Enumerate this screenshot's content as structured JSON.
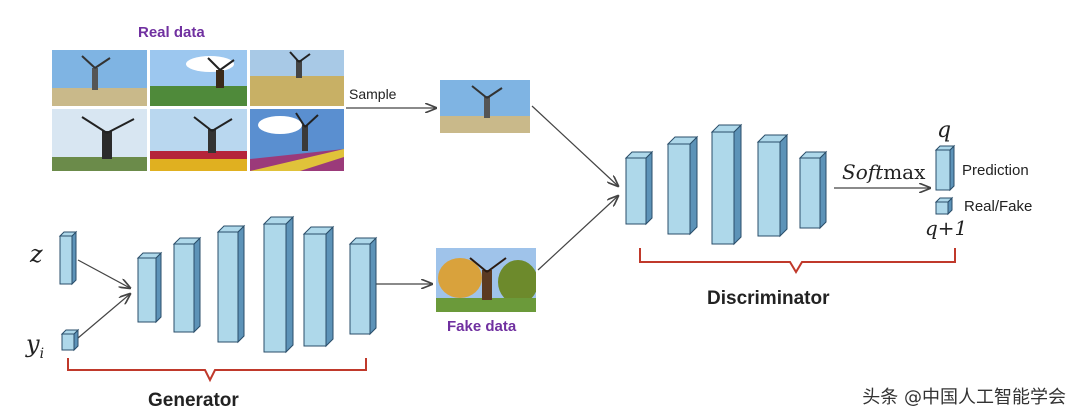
{
  "labels": {
    "real_data": "Real data",
    "sample": "Sample",
    "fake_data": "Fake data",
    "generator": "Generator",
    "discriminator": "Discriminator",
    "softmax_soft": "Soft",
    "softmax_max": "max",
    "q": "q",
    "q_plus_1": "q+1",
    "prediction": "Prediction",
    "real_fake": "Real/Fake",
    "z": "z",
    "y_base": "y",
    "y_sub": "i"
  },
  "watermark": "头条 @中国人工智能学会",
  "colors": {
    "block_front": "#aed8ea",
    "block_side": "#5d93b8",
    "block_stroke": "#2a4e6a",
    "brace": "#c0392b",
    "arrow": "#444444",
    "label_purple": "#7030a0"
  },
  "icons": {
    "real_images": "windmill-photo",
    "sample_image": "windmill-photo",
    "fake_image": "windmill-photo"
  }
}
